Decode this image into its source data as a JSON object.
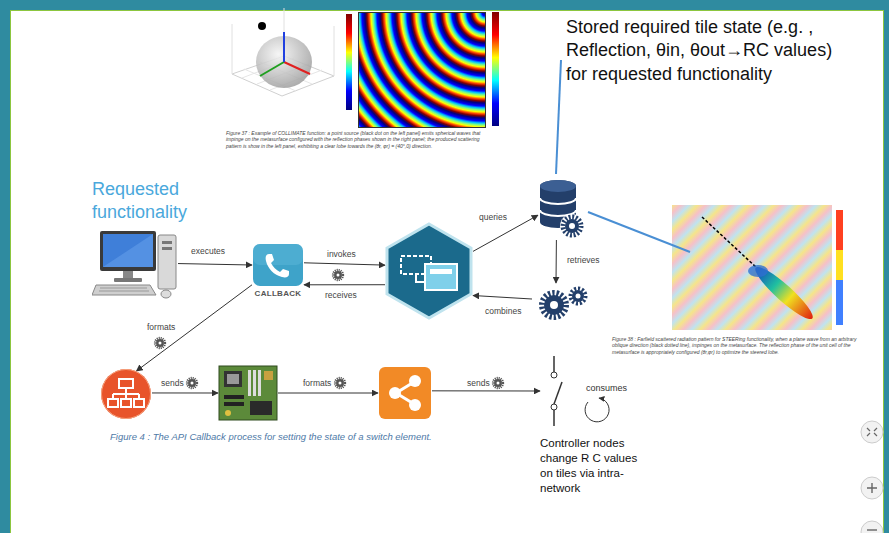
{
  "diagram": {
    "caption": "Figure 4 : The API Callback process for setting the state of a switch element.",
    "nodes": [
      {
        "text": [
          "Requested functionality"
        ]
      },
      {
        "text": [
          "CALLBACK"
        ]
      },
      {
        "text": []
      },
      {
        "text": []
      },
      {
        "text": []
      },
      {
        "text": []
      },
      {
        "text": []
      },
      {
        "text": []
      },
      {
        "text": [
          "Controller nodes change R C values on tiles via intra-network"
        ]
      }
    ],
    "edges": [
      {
        "from": 0,
        "to": 1,
        "label": "executes",
        "arrow": "to"
      },
      {
        "from": 1,
        "to": 2,
        "label": "invokes",
        "arrow": "to"
      },
      {
        "from": 2,
        "to": 1,
        "label": "receives",
        "arrow": "to"
      },
      {
        "from": 2,
        "to": 3,
        "label": "queries",
        "arrow": "to"
      },
      {
        "from": 3,
        "to": 4,
        "label": "retrieves",
        "arrow": "to"
      },
      {
        "from": 4,
        "to": 2,
        "label": "combines",
        "arrow": "to"
      },
      {
        "from": 1,
        "to": 5,
        "label": "formats",
        "arrow": "to"
      },
      {
        "from": 5,
        "to": 6,
        "label": "sends",
        "arrow": "to"
      },
      {
        "from": 6,
        "to": 7,
        "label": "formats",
        "arrow": "to"
      },
      {
        "from": 7,
        "to": 8,
        "label": "sends",
        "arrow": "to"
      }
    ],
    "labels": [
      "Figure 37 : Example of COLLIMATE function: a point source (black dot on the left panel) emits spherical waves that impinge on the metasurface configured with the reflection phases shown in the right panel; the produced scattering pattern is show in the left panel, exhibiting a clear lobe towards the (θr, φr) = (40°,0) direction.",
      "Stored required tile state (e.g. , Reflection, θin, θout→RC values) for requested functionality",
      "Figure 38 : Farfield scattered radiation pattern for STEERing functionality, when a plane wave from an arbitrary oblique direction (black dotted line), impinges on the metasurface. The reflection phase of the unit cell of the metasurface is appropriately configured (θr,φr) to optimize the steered lobe.",
      "consumes"
    ]
  }
}
